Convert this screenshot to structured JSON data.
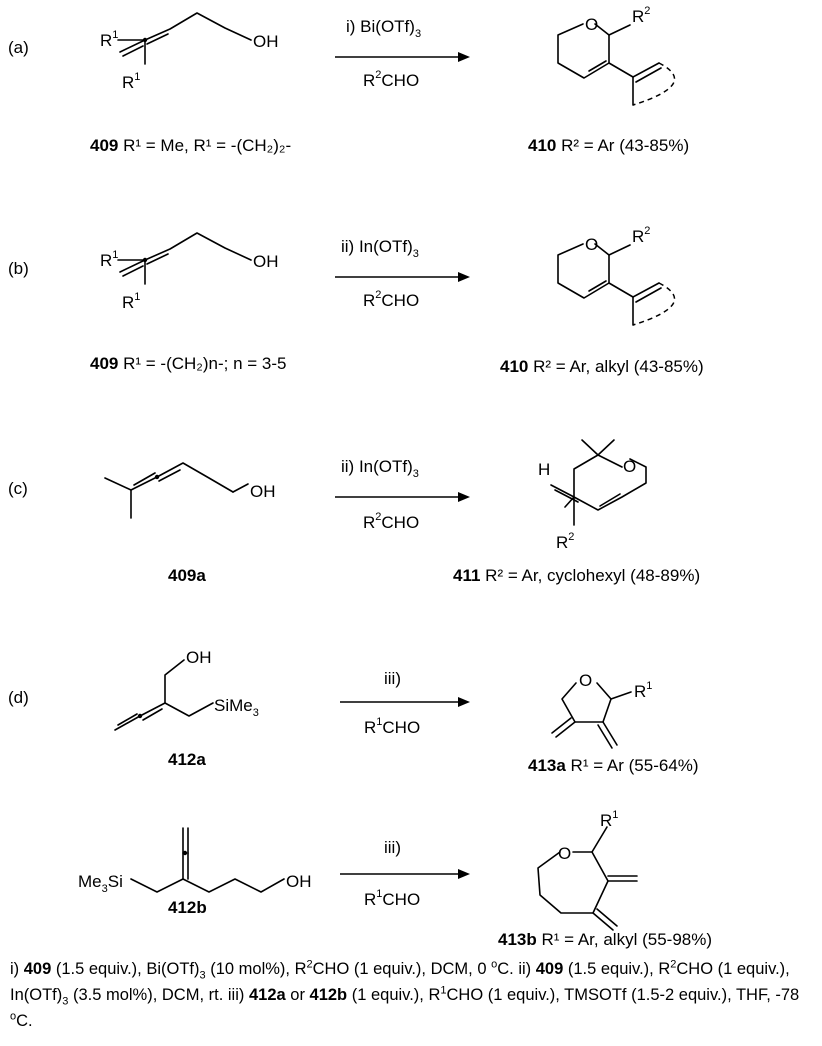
{
  "schemes": [
    {
      "label": "(a)",
      "reagent_above": "i) Bi(OTf)",
      "reagent_above_sub": "3",
      "reagent_below": "R",
      "reagent_below_sup": "2",
      "reagent_below_tail": "CHO",
      "sm_caption_bold": "409",
      "sm_caption": " R¹ = Me, R¹ = -(CH₂)₂-",
      "prod_caption_bold": "410",
      "prod_caption": " R² = Ar (43-85%)"
    },
    {
      "label": "(b)",
      "reagent_above": "ii) In(OTf)",
      "reagent_above_sub": "3",
      "reagent_below": "R",
      "reagent_below_sup": "2",
      "reagent_below_tail": "CHO",
      "sm_caption_bold": "409",
      "sm_caption": " R¹ = -(CH₂)n-; n = 3-5",
      "prod_caption_bold": "410",
      "prod_caption": " R² = Ar, alkyl (43-85%)"
    },
    {
      "label": "(c)",
      "reagent_above": "ii) In(OTf)",
      "reagent_above_sub": "3",
      "reagent_below": "R",
      "reagent_below_sup": "2",
      "reagent_below_tail": "CHO",
      "sm_caption_bold": "409a",
      "sm_caption": "",
      "prod_caption_bold": "411",
      "prod_caption": " R² = Ar, cyclohexyl (48-89%)"
    },
    {
      "label": "(d)",
      "reagent_above": "iii)",
      "reagent_above_sub": "",
      "reagent_below": "R",
      "reagent_below_sup": "1",
      "reagent_below_tail": "CHO",
      "sm_caption_bold": "412a",
      "sm_caption": "",
      "prod_caption_bold": "413a",
      "prod_caption": " R¹ = Ar (55-64%)"
    },
    {
      "label": "",
      "reagent_above": "iii)",
      "reagent_above_sub": "",
      "reagent_below": "R",
      "reagent_below_sup": "1",
      "reagent_below_tail": "CHO",
      "sm_caption_bold": "412b",
      "sm_caption": "",
      "prod_caption_bold": "413b",
      "prod_caption": " R¹ = Ar, alkyl (55-98%)"
    }
  ],
  "atoms": {
    "oh": "OH",
    "o": "O",
    "r": "R",
    "one": "1",
    "two": "2",
    "h": "H",
    "sime3": "SiMe",
    "me3si": "Me",
    "si": "Si",
    "three": "3"
  },
  "footnote": {
    "t1": "i) ",
    "b1": "409",
    "t2": " (1.5 equiv.), Bi(OTf)",
    "s1": "3",
    "t3": " (10 mol%), R",
    "p1": "2",
    "t4": "CHO (1 equiv.), DCM, 0 ",
    "p2": "o",
    "t5": "C. ii) ",
    "b2": "409",
    "t6": " (1.5 equiv.), R",
    "p3": "2",
    "t7": "CHO (1 equiv.), In(OTf)",
    "s2": "3",
    "t8": " (3.5 mol%), DCM, rt. iii) ",
    "b3": "412a",
    "t9": " or ",
    "b4": "412b",
    "t10": " (1 equiv.), R",
    "p4": "1",
    "t11": "CHO (1 equiv.), TMSOTf (1.5-2 equiv.), THF, -78 ",
    "p5": "o",
    "t12": "C."
  }
}
